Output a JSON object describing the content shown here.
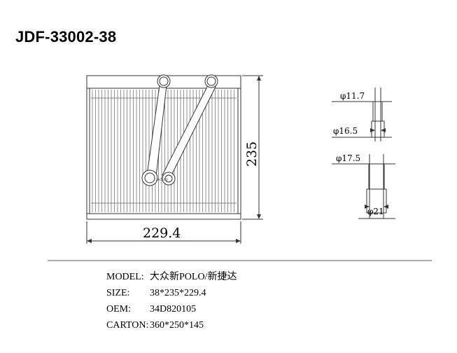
{
  "header": {
    "title": "JDF-33002-38"
  },
  "drawing": {
    "width_label": "229.4",
    "height_label": "235",
    "pipe_label_small": "φ11.7",
    "pipe_label_mid": "φ16.5",
    "pipe_label_upper2": "φ17.5",
    "pipe_label_large": "φ21",
    "port_mark": "2A5.65"
  },
  "specs": {
    "model_label": "MODEL:",
    "model_value": "大众新POLO/新捷达",
    "size_label": "SIZE:",
    "size_value": "38*235*229.4",
    "oem_label": "OEM:",
    "oem_value": "34D820105",
    "carton_label": "CARTON:",
    "carton_value": "360*250*145"
  }
}
